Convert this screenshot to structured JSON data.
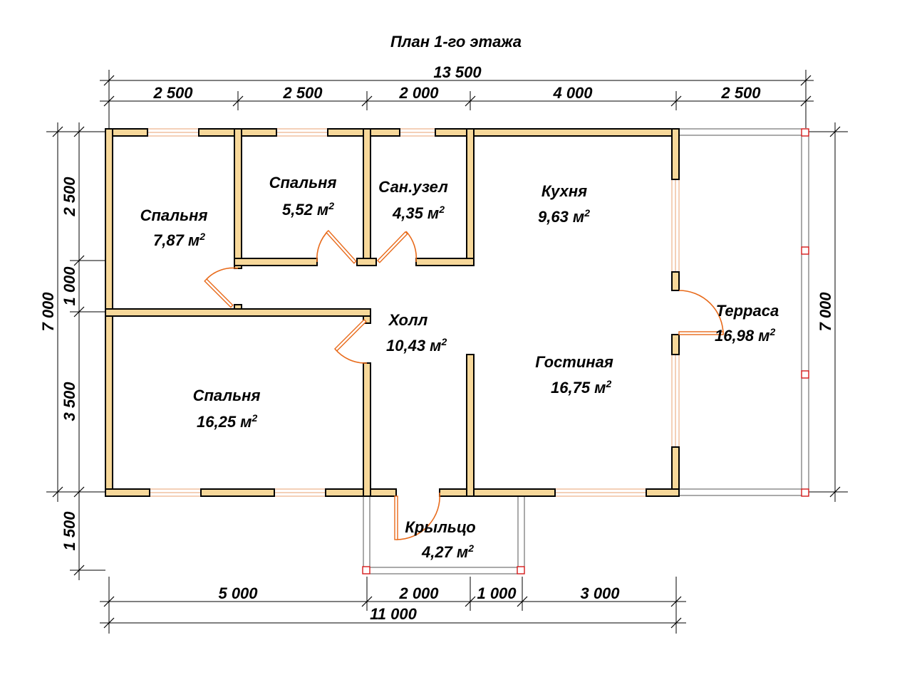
{
  "plan": {
    "title": "План 1-го этажа"
  },
  "dimensions": {
    "top_total": "13 500",
    "top_segments": [
      "2 500",
      "2 500",
      "2 000",
      "4 000",
      "2 500"
    ],
    "bottom_total": "11 000",
    "bottom_segments": [
      "5 000",
      "2 000",
      "1 000",
      "3 000"
    ],
    "left_total": "7 000",
    "left_segments": [
      "2 500",
      "1 000",
      "3 500",
      "1 500"
    ],
    "right_total": "7 000"
  },
  "rooms": [
    {
      "name": "Спальня",
      "area": "7,87 м"
    },
    {
      "name": "Спальня",
      "area": "5,52 м"
    },
    {
      "name": "Сан.узел",
      "area": "4,35 м"
    },
    {
      "name": "Кухня",
      "area": "9,63 м"
    },
    {
      "name": "Холл",
      "area": "10,43 м"
    },
    {
      "name": "Гостиная",
      "area": "16,75 м"
    },
    {
      "name": "Терраса",
      "area": "16,98 м"
    },
    {
      "name": "Спальня",
      "area": "16,25 м"
    },
    {
      "name": "Крыльцо",
      "area": "4,27 м"
    }
  ],
  "area_unit_sup": "2",
  "colors": {
    "wall_fill": "#f7d89a",
    "door_color": "#e86a1a",
    "post_color": "#d41a1a"
  }
}
